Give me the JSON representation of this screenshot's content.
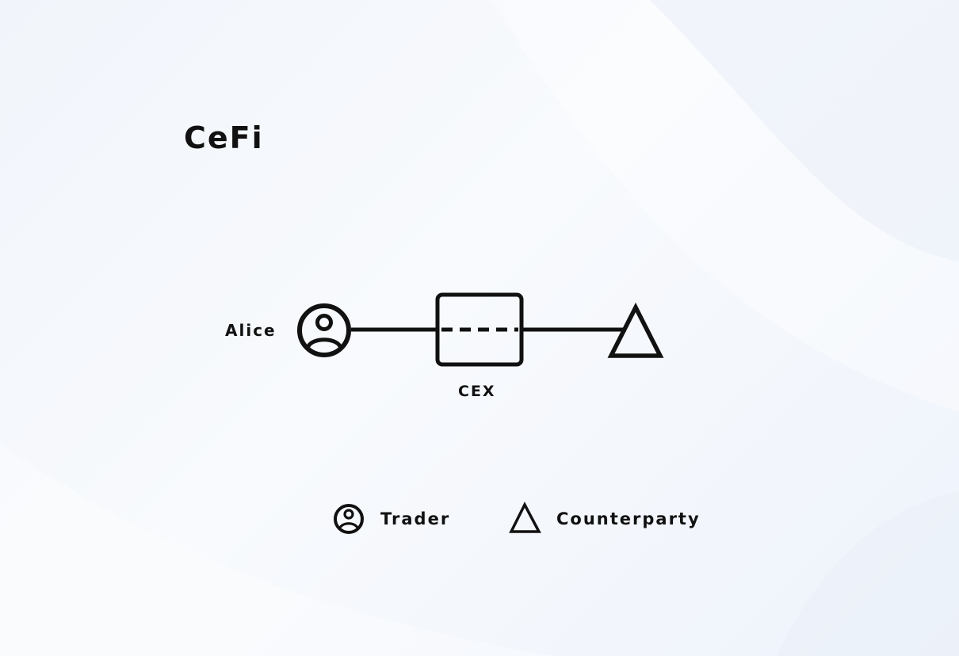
{
  "title": "CeFi",
  "nodes": {
    "trader": {
      "label": "Alice",
      "icon": "user-circle-icon"
    },
    "exchange": {
      "label": "CEX",
      "icon": "exchange-box-icon"
    },
    "counterparty": {
      "icon": "triangle-icon"
    }
  },
  "legend": {
    "trader": {
      "label": "Trader",
      "icon": "user-circle-icon"
    },
    "counterparty": {
      "label": "Counterparty",
      "icon": "triangle-icon"
    }
  },
  "colors": {
    "stroke": "#111111",
    "background": "#f4f7fc"
  }
}
